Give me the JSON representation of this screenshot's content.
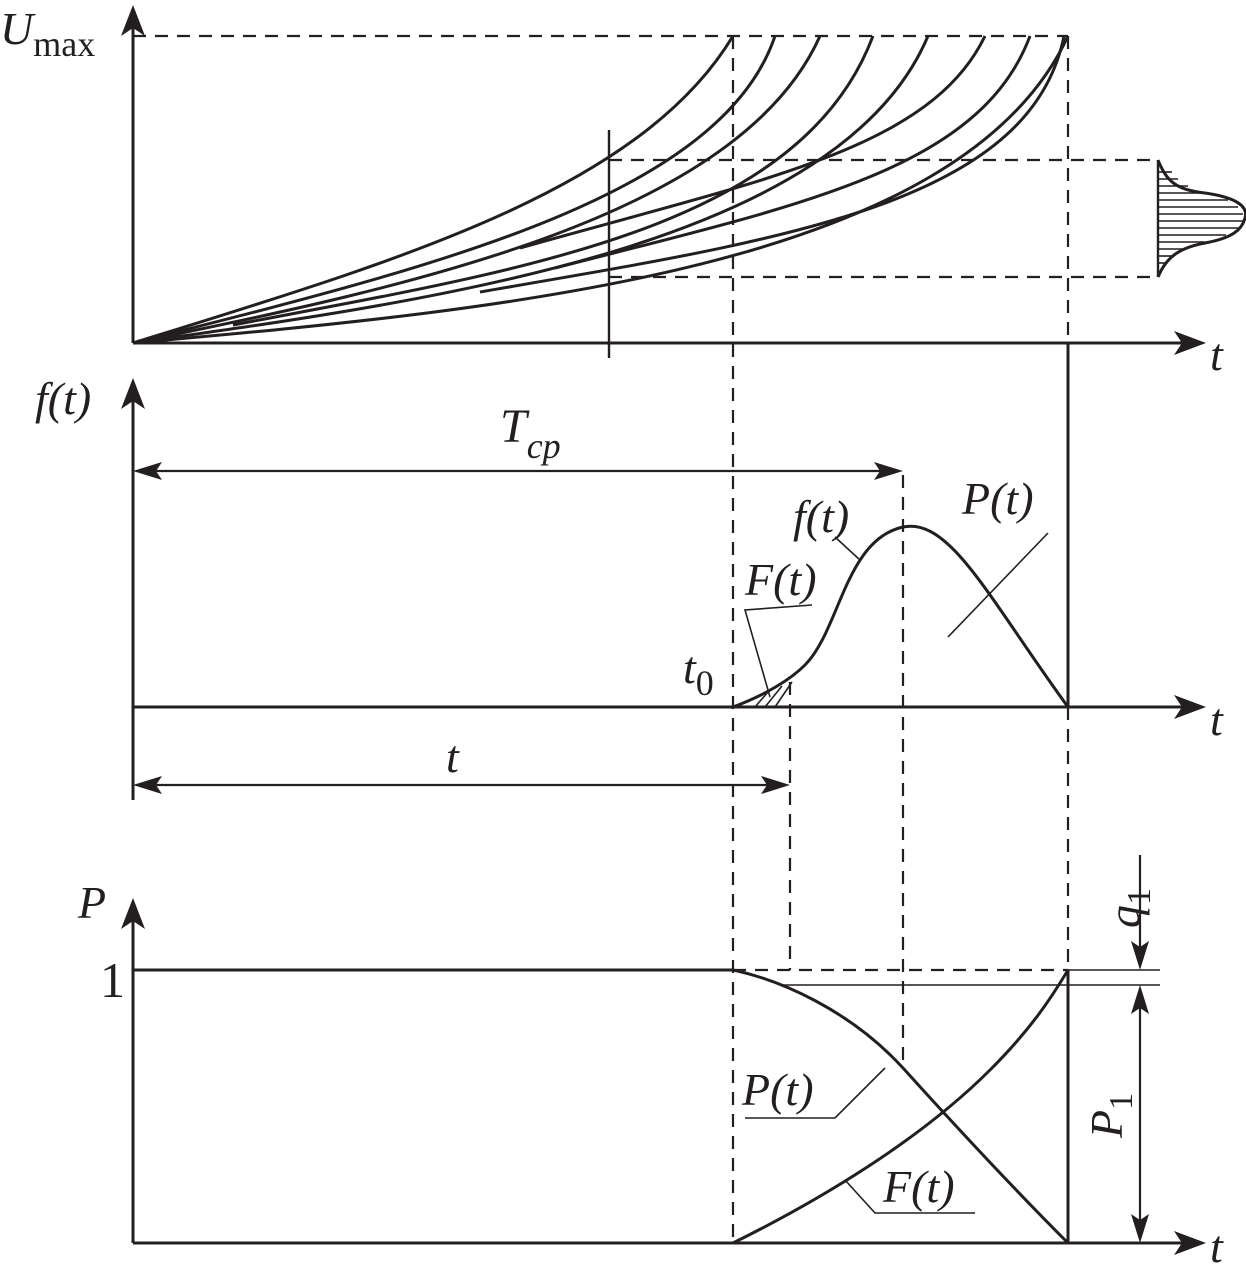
{
  "labels": {
    "u_max_main": "U",
    "u_max_sub": "max",
    "t_axis": "t",
    "f_axis": "f(t)",
    "t_cp_main": "T",
    "t_cp_sub": "cp",
    "curve_f": "f(t)",
    "curve_F": "F(t)",
    "curve_P": "P(t)",
    "t0_main": "t",
    "t0_sub": "0",
    "t_interval": "t",
    "p_axis": "P",
    "one": "1",
    "q1_main": "q",
    "q1_sub": "1",
    "p1_main": "P",
    "p1_sub": "1"
  }
}
